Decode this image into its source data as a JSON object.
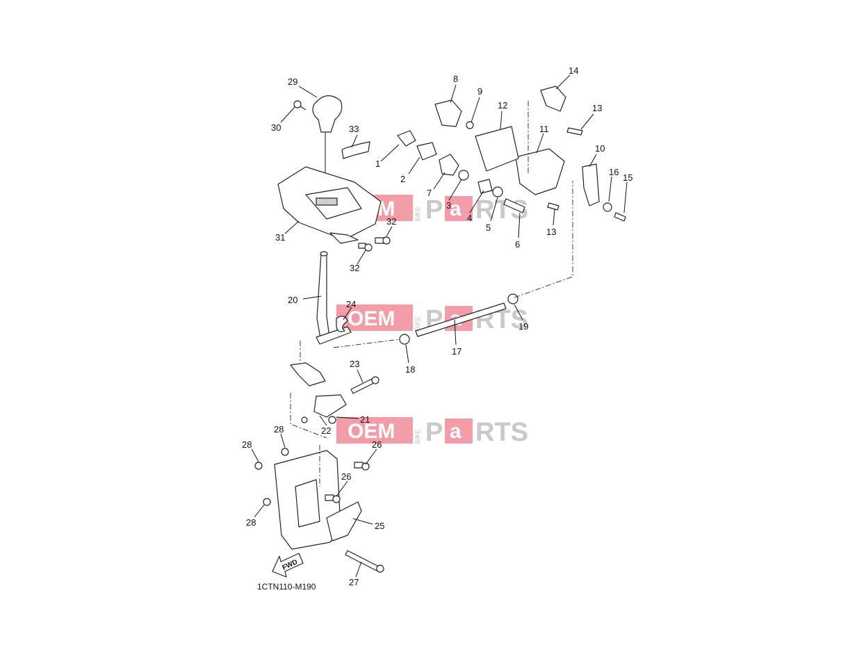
{
  "diagram": {
    "code": "1CTN110-M190",
    "fwd_label": "FWD",
    "watermark": {
      "oem": "OEM",
      "bike": "BIKE",
      "p": "P",
      "a": "a",
      "rts": "RTS"
    },
    "callouts": [
      "1",
      "2",
      "3",
      "4",
      "5",
      "6",
      "7",
      "8",
      "9",
      "10",
      "11",
      "12",
      "13",
      "13",
      "14",
      "15",
      "16",
      "17",
      "18",
      "19",
      "20",
      "21",
      "22",
      "23",
      "24",
      "25",
      "26",
      "26",
      "27",
      "28",
      "28",
      "28",
      "29",
      "30",
      "31",
      "32",
      "32",
      "33"
    ]
  }
}
